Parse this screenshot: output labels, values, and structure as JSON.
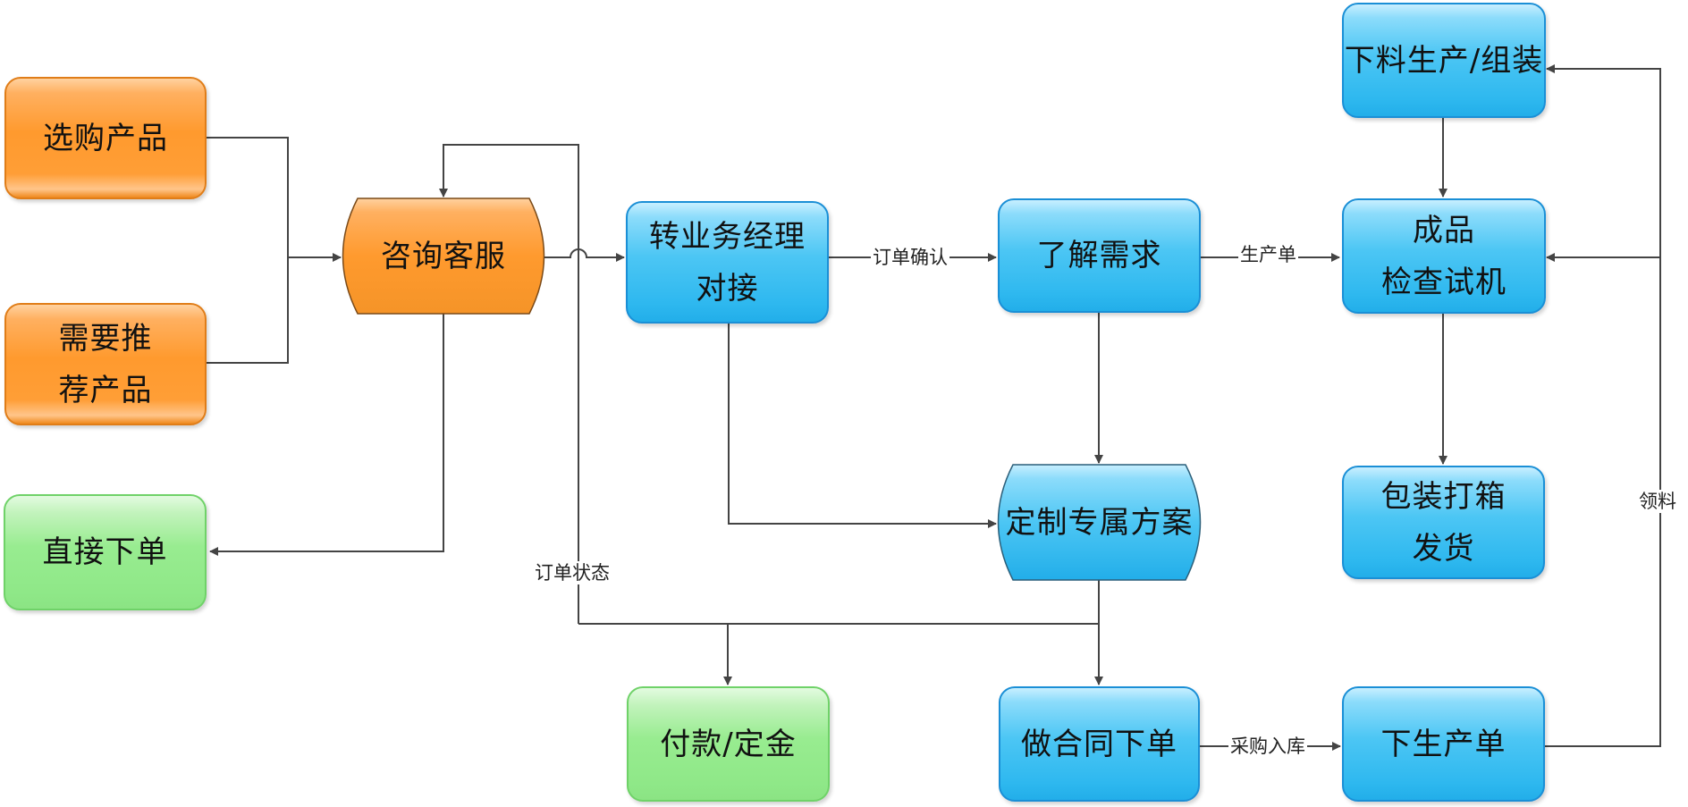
{
  "diagram": {
    "nodes": {
      "select_product": {
        "lines": [
          "选购产品"
        ]
      },
      "need_recommend": {
        "lines": [
          "需要推",
          "荐产品"
        ]
      },
      "direct_order": {
        "lines": [
          "直接下单"
        ]
      },
      "consult_service": {
        "lines": [
          "咨询客服"
        ]
      },
      "business_manager": {
        "lines": [
          "转业务经理",
          "对接"
        ]
      },
      "understand_needs": {
        "lines": [
          "了解需求"
        ]
      },
      "custom_plan": {
        "lines": [
          "定制专属方案"
        ]
      },
      "payment_deposit": {
        "lines": [
          "付款/定金"
        ]
      },
      "contract_order": {
        "lines": [
          "做合同下单"
        ]
      },
      "production_order": {
        "lines": [
          "下生产单"
        ]
      },
      "production_assembly": {
        "lines": [
          "下料生产/组装"
        ]
      },
      "inspection_test": {
        "lines": [
          "成品",
          "检查试机"
        ]
      },
      "pack_ship": {
        "lines": [
          "包装打箱",
          "发货"
        ]
      }
    },
    "edge_labels": {
      "order_confirm": "订单确认",
      "production_sheet": "生产单",
      "order_status": "订单状态",
      "purchase_stock": "采购入库",
      "pick_material": "领料"
    },
    "colors": {
      "orange": "#ff9a2e",
      "blue": "#2eb8ef",
      "green": "#8fe888",
      "line": "#444444"
    }
  }
}
